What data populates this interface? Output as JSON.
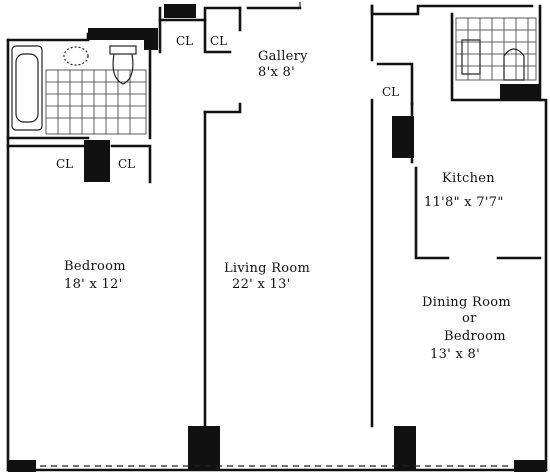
{
  "rooms": {
    "gallery": {
      "name": "Gallery",
      "size": "8'x 8'"
    },
    "living_room": {
      "name": "Living Room",
      "size": "22' x 13'"
    },
    "bedroom": {
      "name": "Bedroom",
      "size": "18' x 12'"
    },
    "kitchen": {
      "name": "Kitchen",
      "size": "11'8\" x 7'7\""
    },
    "dining_room": {
      "name": "Dining Room",
      "or": "or",
      "alt": "Bedroom",
      "size": "13' x 8'"
    }
  },
  "closets": {
    "label": "CL"
  }
}
